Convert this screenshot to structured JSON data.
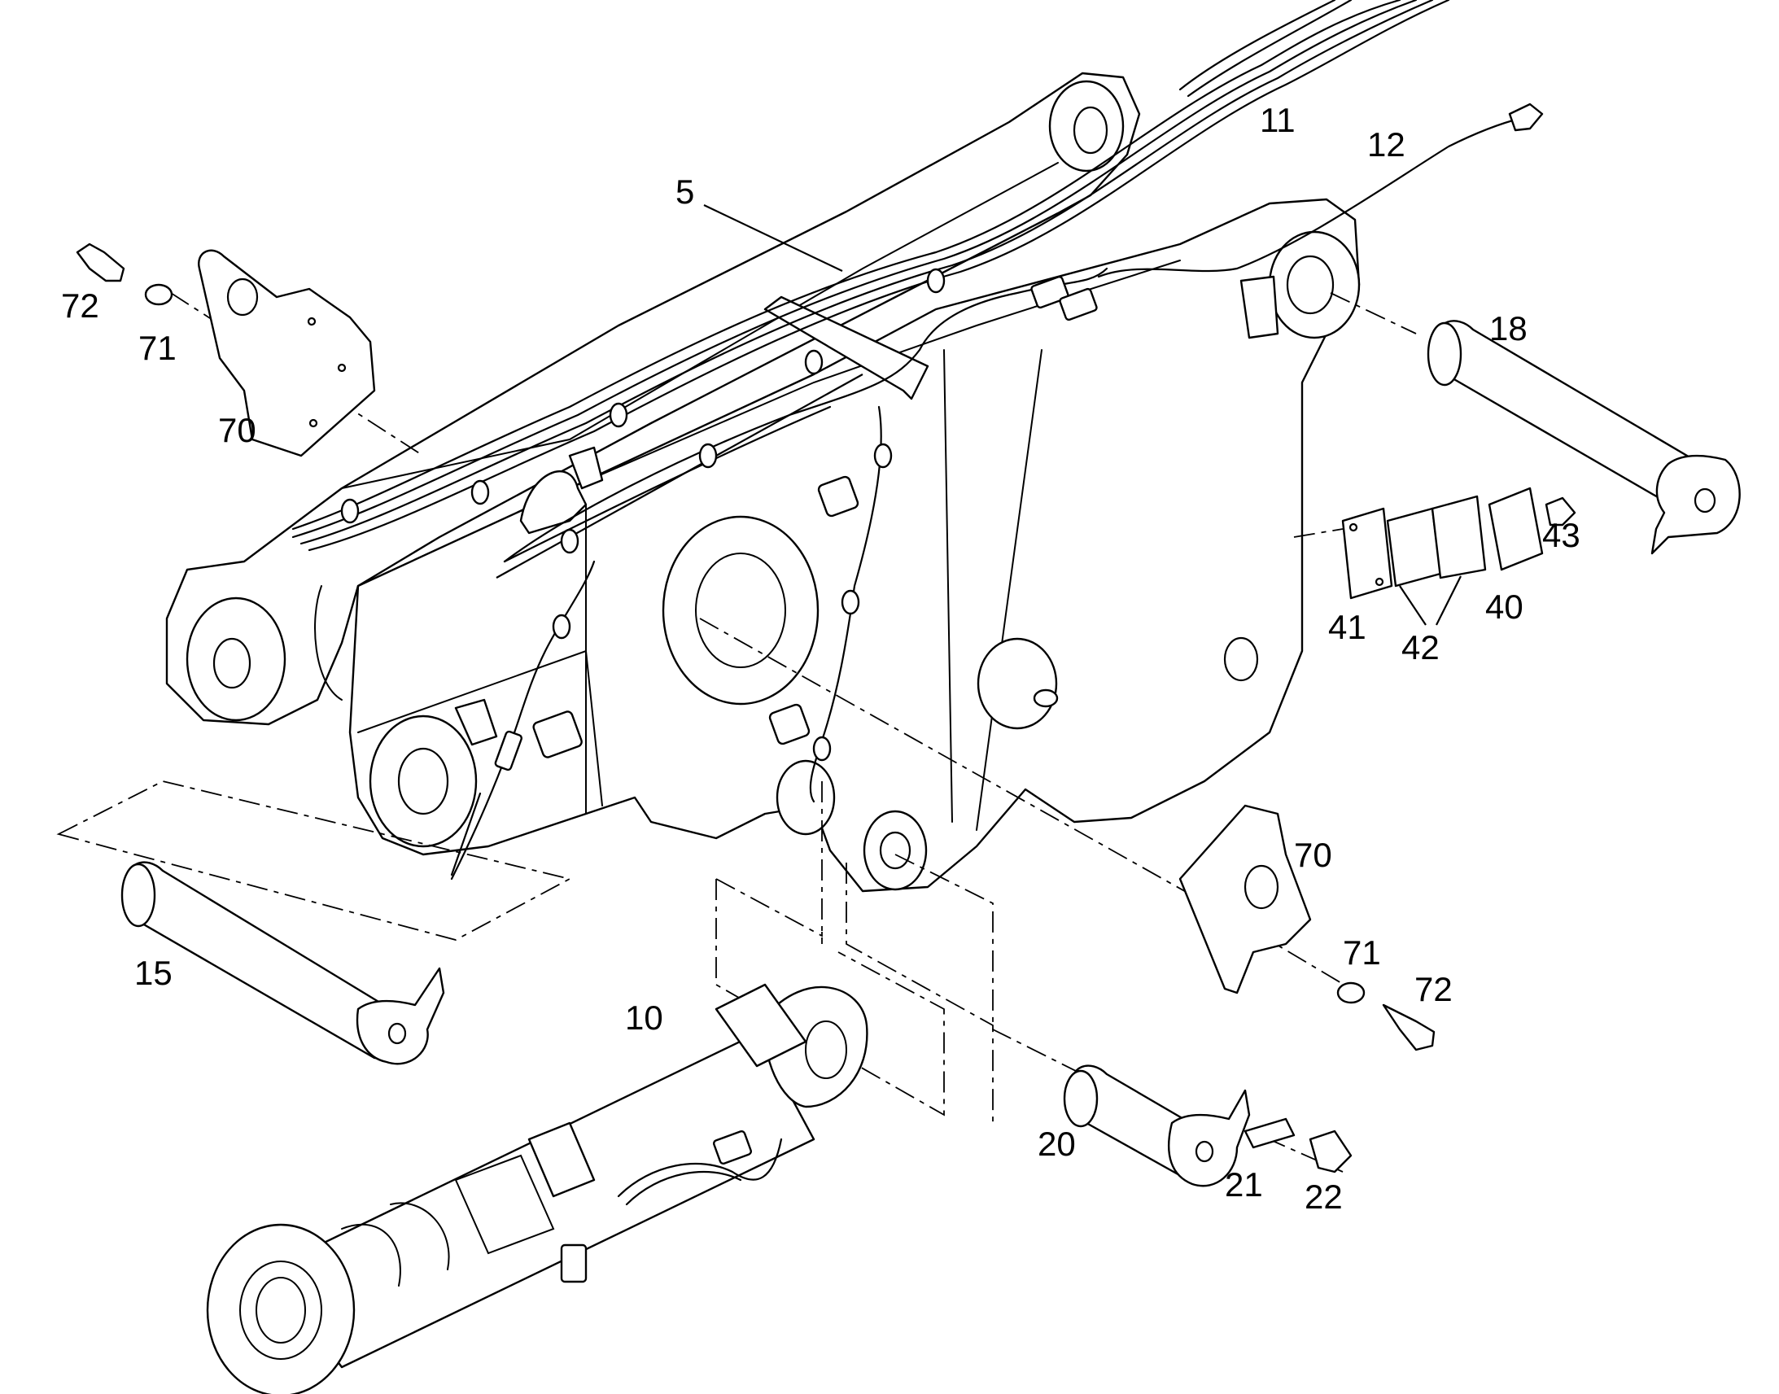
{
  "diagram": {
    "callouts": [
      {
        "id": "5",
        "label": "5"
      },
      {
        "id": "10",
        "label": "10"
      },
      {
        "id": "11",
        "label": "11"
      },
      {
        "id": "12",
        "label": "12"
      },
      {
        "id": "15",
        "label": "15"
      },
      {
        "id": "18",
        "label": "18"
      },
      {
        "id": "20",
        "label": "20"
      },
      {
        "id": "21",
        "label": "21"
      },
      {
        "id": "22",
        "label": "22"
      },
      {
        "id": "40",
        "label": "40"
      },
      {
        "id": "41",
        "label": "41"
      },
      {
        "id": "42",
        "label": "42"
      },
      {
        "id": "43",
        "label": "43"
      },
      {
        "id": "70a",
        "label": "70"
      },
      {
        "id": "71a",
        "label": "71"
      },
      {
        "id": "72a",
        "label": "72"
      },
      {
        "id": "70b",
        "label": "70"
      },
      {
        "id": "71b",
        "label": "71"
      },
      {
        "id": "72b",
        "label": "72"
      }
    ]
  }
}
